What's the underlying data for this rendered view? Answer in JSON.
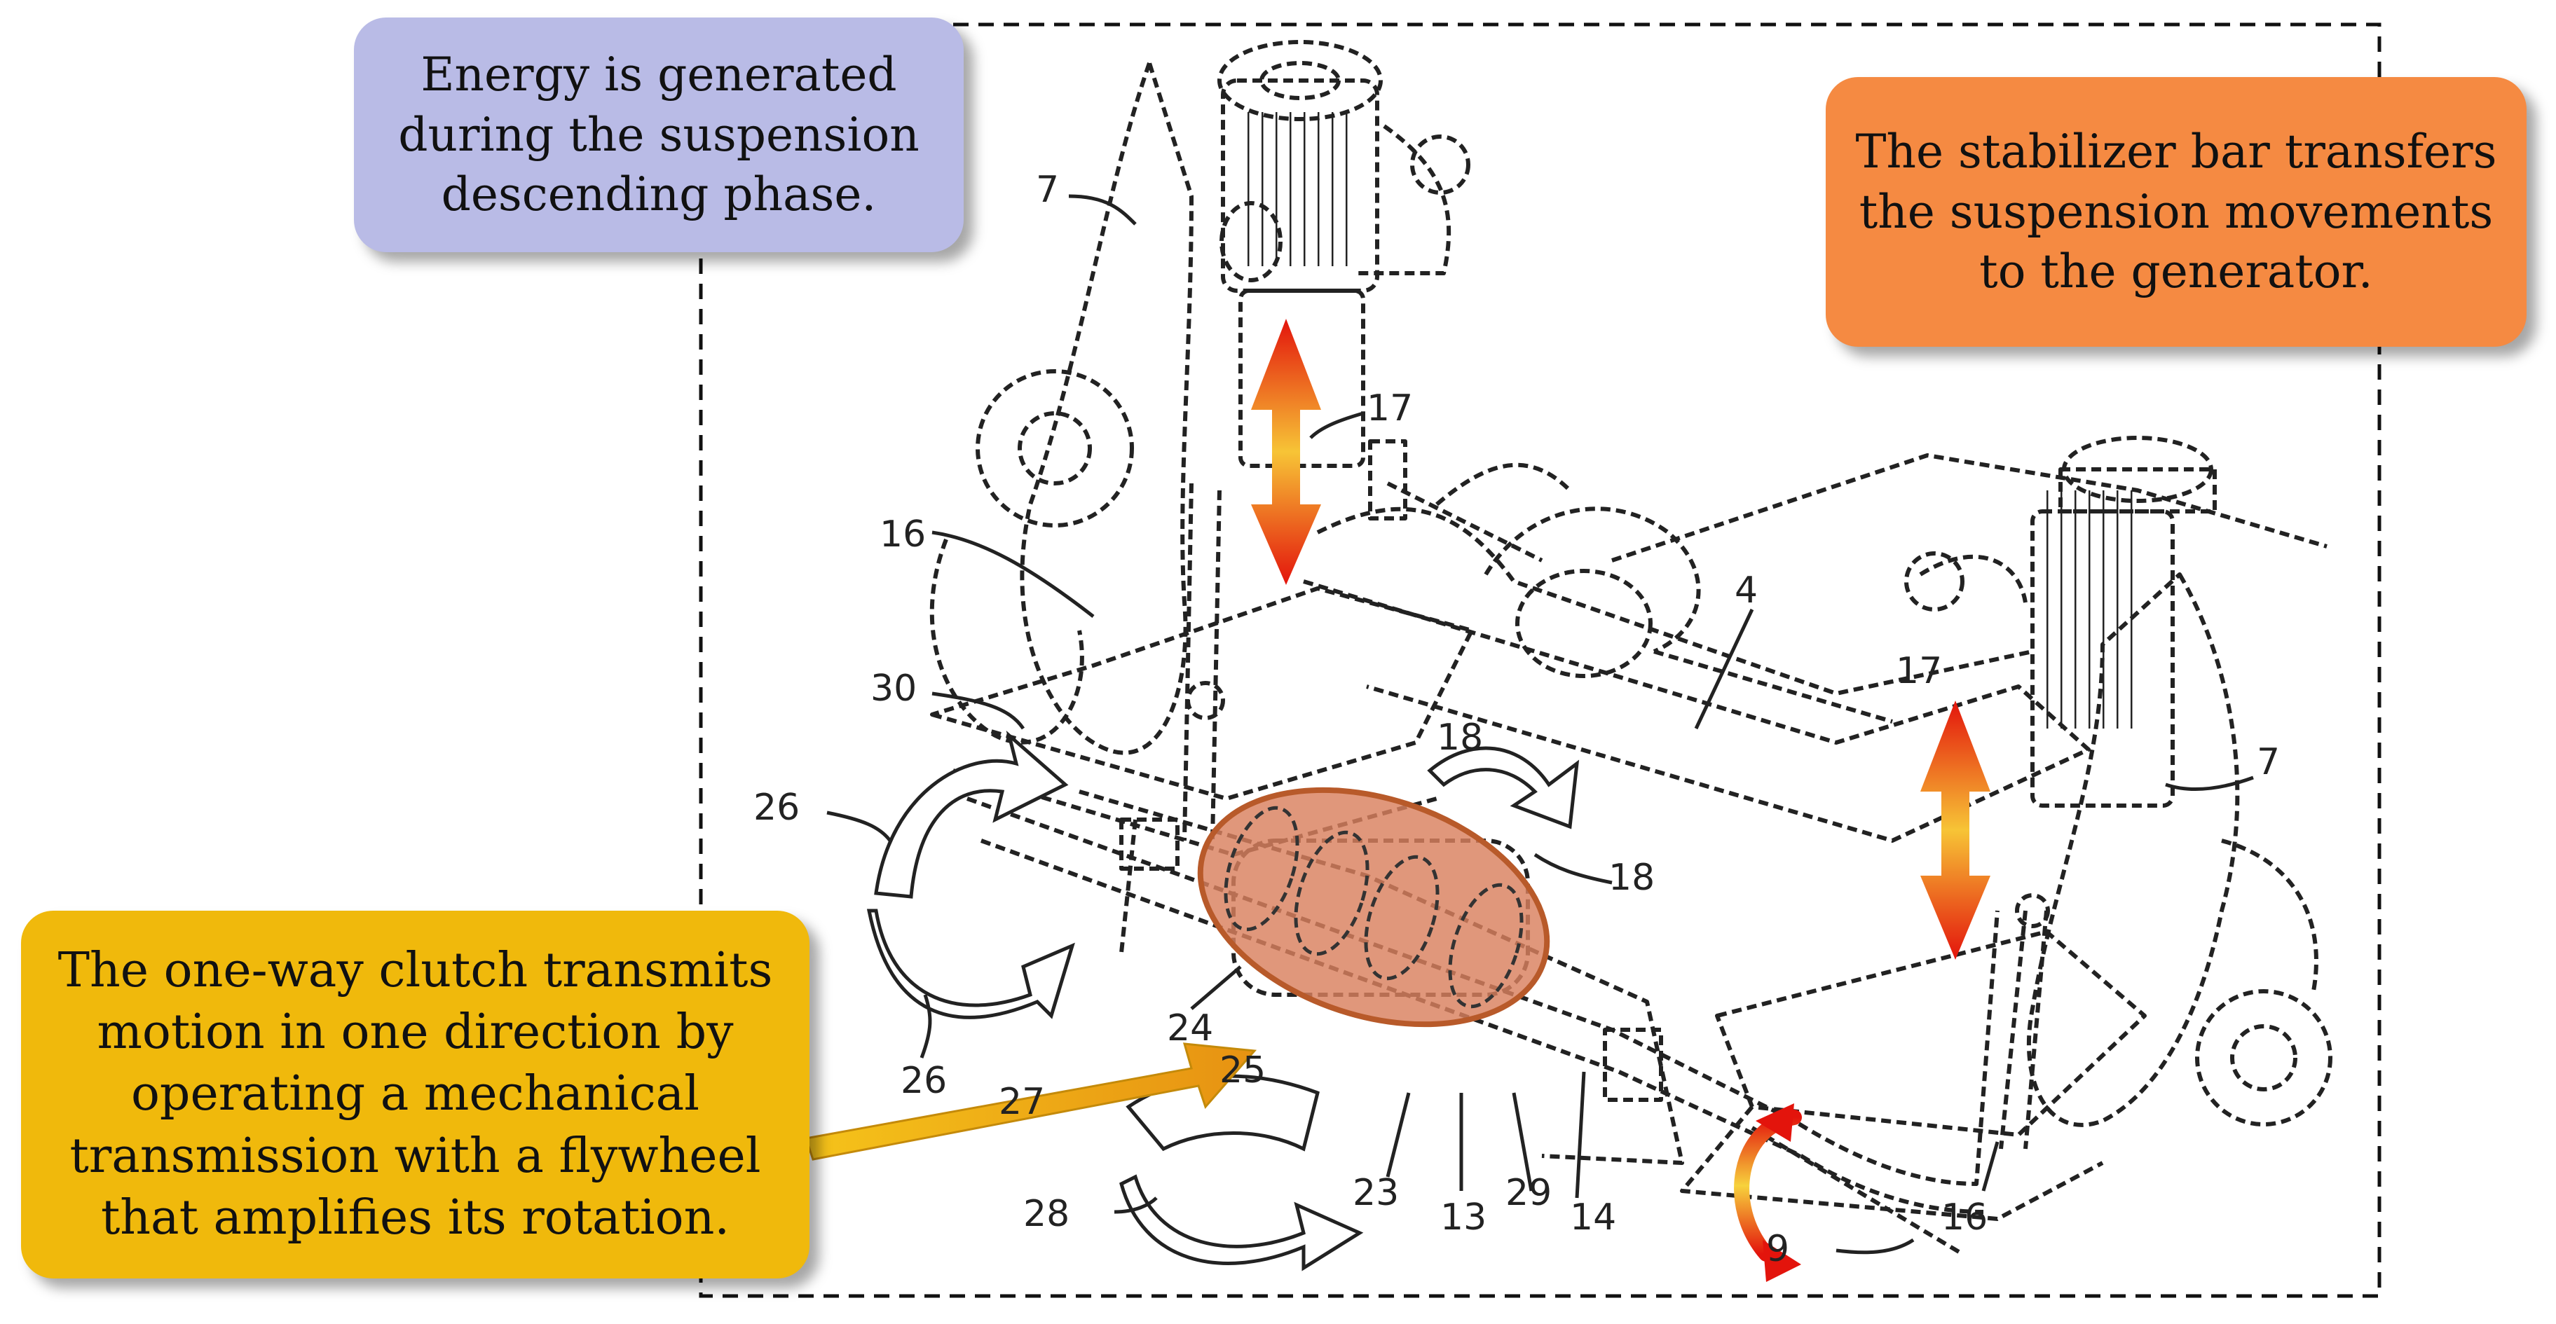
{
  "callouts": {
    "energy": "Energy is generated\nduring the suspension\ndescending phase.",
    "stabilizer": "The stabilizer bar transfers\nthe suspension movements\nto the generator.",
    "clutch": "The one-way clutch transmits\nmotion in one direction by\noperating a mechanical\ntransmission with a flywheel\nthat amplifies its rotation."
  },
  "part_labels": {
    "l7_left": "7",
    "l17_top": "17",
    "l16_left": "16",
    "l30": "30",
    "l4": "4",
    "l17_right": "17",
    "l7_right": "7",
    "l26_top": "26",
    "l18_top": "18",
    "l18_bottom": "18",
    "l24": "24",
    "l26_bottom": "26",
    "l27": "27",
    "l25": "25",
    "l28": "28",
    "l23": "23",
    "l13": "13",
    "l29": "29",
    "l14": "14",
    "l16_right": "16",
    "l9": "9"
  },
  "colors": {
    "energy_box": "#b9bbe6",
    "stabilizer_box": "#f58a42",
    "clutch_box": "#f0b90c",
    "flywheel_highlight": "#d9805e",
    "arrow_red": "#e02010",
    "arrow_yellow": "#f5d23c"
  }
}
